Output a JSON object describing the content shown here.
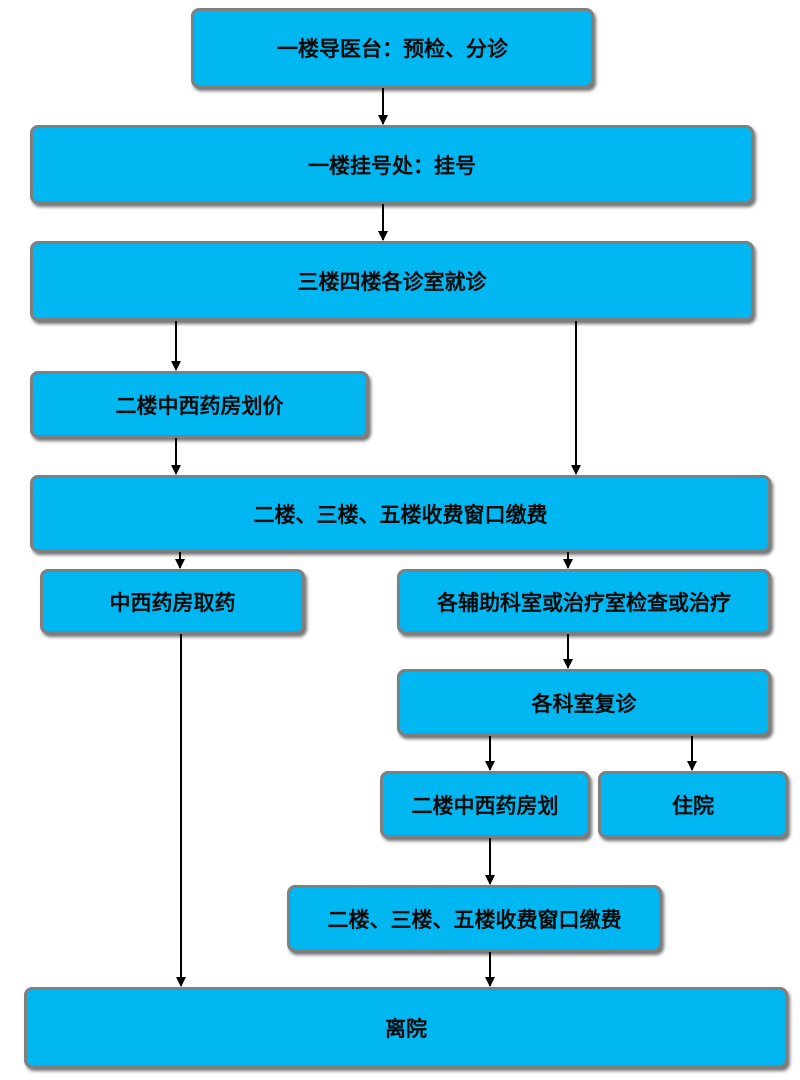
{
  "nodes": {
    "n1": "一楼导医台：预检、分诊",
    "n2": "一楼挂号处：挂号",
    "n3": "三楼四楼各诊室就诊",
    "n4": "二楼中西药房划价",
    "n5": "二楼、三楼、五楼收费窗口缴费",
    "n6": "中西药房取药",
    "n7": "各辅助科室或治疗室检查或治疗",
    "n8": "各科室复诊",
    "n9": "二楼中西药房划",
    "n10": "住院",
    "n11": "二楼、三楼、五楼收费窗口缴费",
    "n12": "离院"
  },
  "colors": {
    "box_fill": "#00b7f1",
    "box_border": "#7f7f7f",
    "text": "#0a0a0a",
    "arrow": "#000000"
  }
}
